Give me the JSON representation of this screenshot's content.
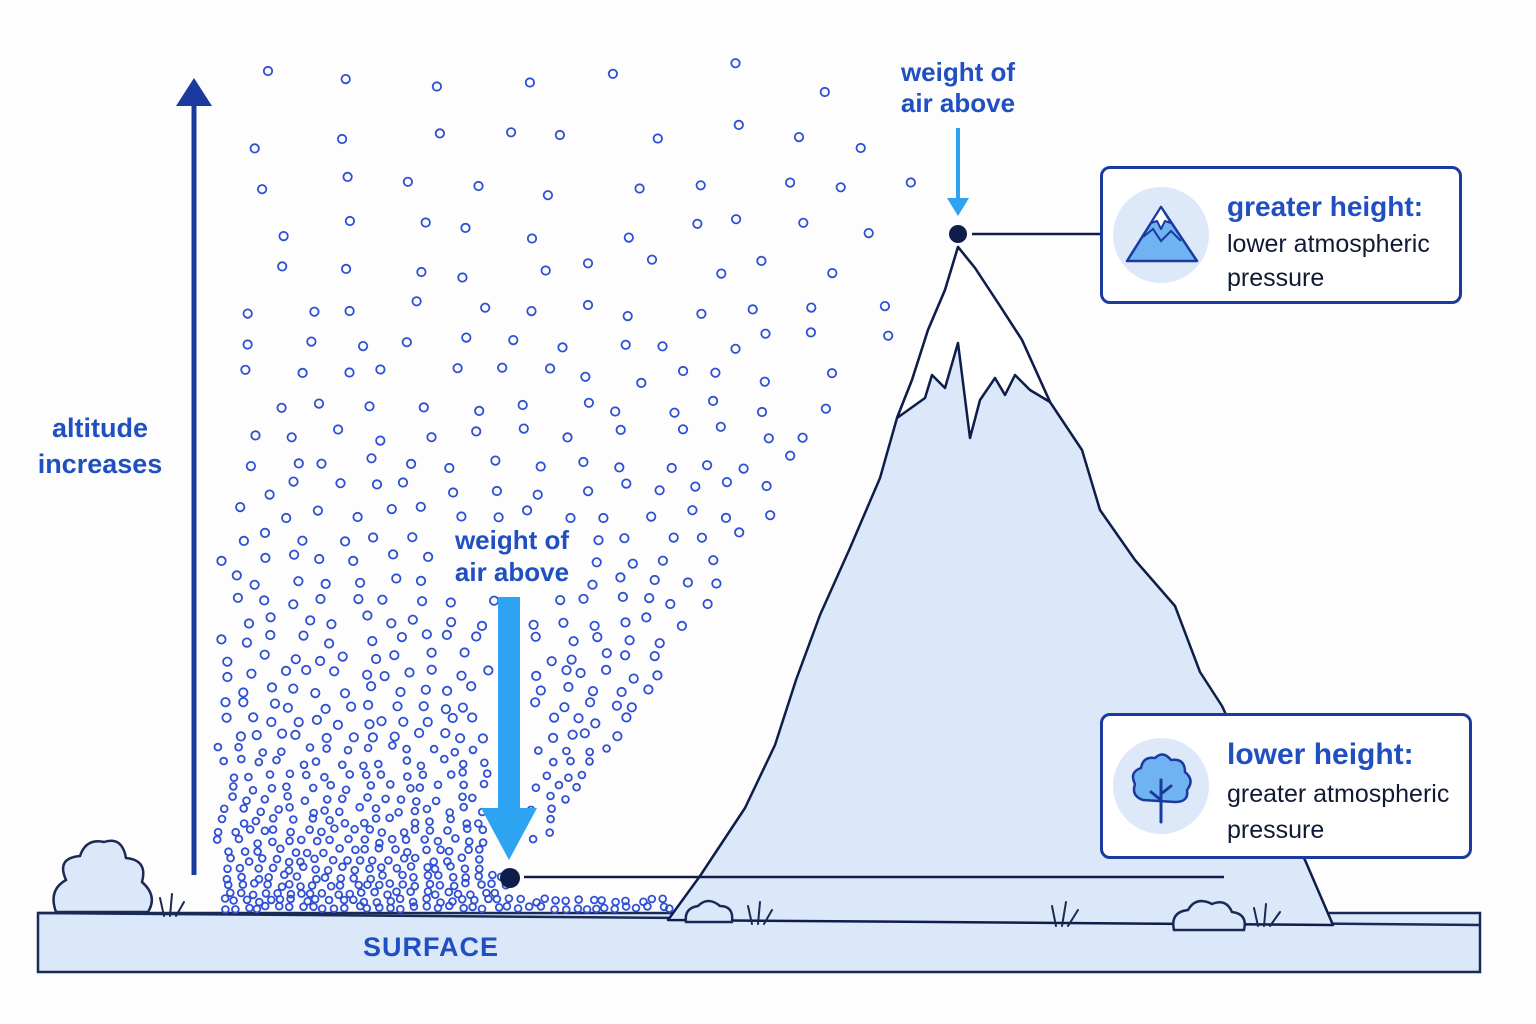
{
  "altitude_label": "altitude\nincreases",
  "surface_label": "SURFACE",
  "weight_label_low": "weight of\nair above",
  "weight_label_high": "weight of\nair above",
  "callout_high": {
    "icon": "mountain-icon",
    "title": "greater height:",
    "body": "lower atmospheric\npressure"
  },
  "callout_low": {
    "icon": "tree-icon",
    "title": "lower height:",
    "body": "greater atmospheric\npressure"
  },
  "colors": {
    "outline": "#1b3a9e",
    "label_blue": "#1f4fc1",
    "arrow_light": "#2ea3f2",
    "fill_light": "#dbe8f9",
    "particle": "#2f4fd4"
  }
}
